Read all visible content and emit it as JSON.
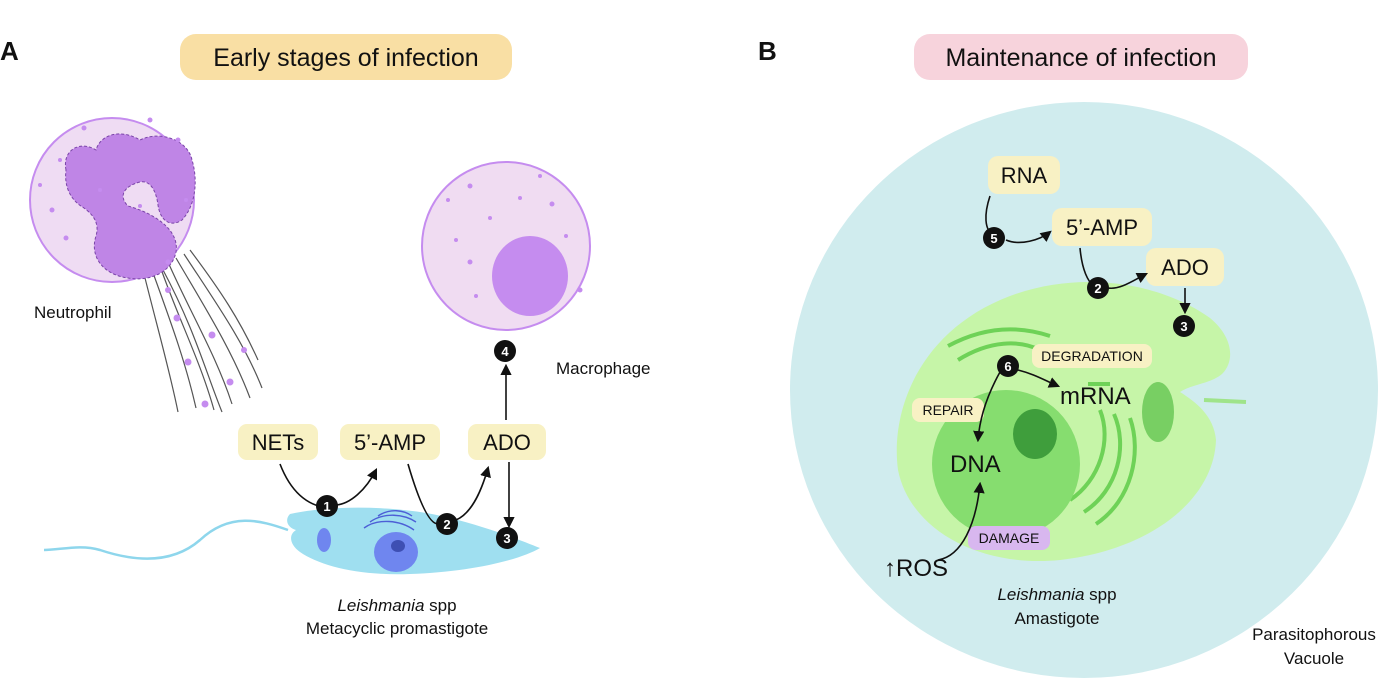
{
  "panel_a": {
    "letter": "A",
    "title": "Early stages of infection",
    "cells": {
      "neutrophil": "Neutrophil",
      "macrophage": "Macrophage"
    },
    "boxes": {
      "nets": "NETs",
      "amp": "5’-AMP",
      "ado": "ADO"
    },
    "parasite": {
      "genus": "Leishmania",
      "suffix": " spp",
      "stage": "Metacyclic promastigote"
    },
    "steps": {
      "s1": "1",
      "s2": "2",
      "s3": "3",
      "s4": "4"
    }
  },
  "panel_b": {
    "letter": "B",
    "title": "Maintenance of infection",
    "boxes": {
      "rna": "RNA",
      "amp": "5’-AMP",
      "ado": "ADO"
    },
    "tags": {
      "degradation": "DEGRADATION",
      "repair": "REPAIR",
      "damage": "DAMAGE"
    },
    "labels": {
      "mrna": "mRNA",
      "dna": "DNA",
      "ros": "↑ROS"
    },
    "parasite": {
      "genus": "Leishmania",
      "suffix": " spp",
      "stage": "Amastigote"
    },
    "vacuole": {
      "line1": "Parasitophorous",
      "line2": "Vacuole"
    },
    "steps": {
      "s5": "5",
      "s2": "2",
      "s3": "3",
      "s6": "6"
    }
  },
  "colors": {
    "title_a_bg": "#f9dfa4",
    "title_b_bg": "#f7d3dc",
    "box_bg": "#f8f1c4",
    "neutrophil_fill": "#efdcf3",
    "neutrophil_nucleus": "#bf85e6",
    "macrophage_fill": "#f0dcf2",
    "macrophage_nucleus": "#c58cef",
    "promastigote": "#9fdff0",
    "vacuole": "#d0ecee",
    "amastigote": "#c6f5a8",
    "amastigote_nucleus": "#86dd6f",
    "nucleolus": "#3f9e3c",
    "damage_tag": "#d8b7ef",
    "step_circle": "#111111"
  }
}
